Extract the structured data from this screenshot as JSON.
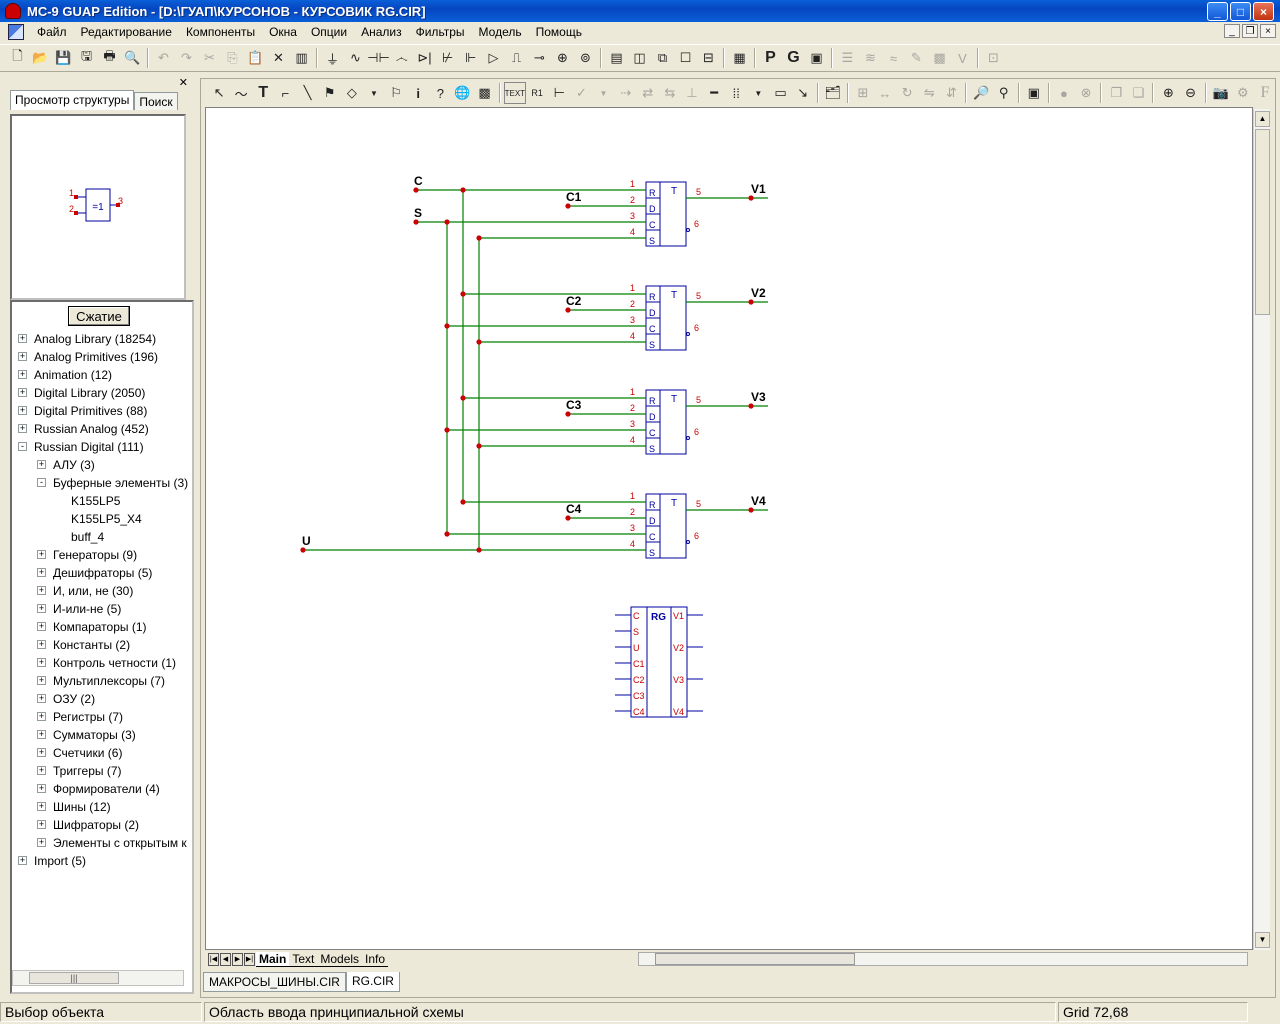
{
  "window": {
    "title": "MC-9 GUAP Edition - [D:\\ГУАП\\КУРСОНОВ - КУРСОВИК RG.CIR]"
  },
  "menu": [
    "Файл",
    "Редактирование",
    "Компоненты",
    "Окна",
    "Опции",
    "Анализ",
    "Фильтры",
    "Модель",
    "Помощь"
  ],
  "left_panel": {
    "tabs": [
      "Просмотр структуры",
      "Поиск"
    ],
    "preview": {
      "gate_label": "=1",
      "pins": [
        "1",
        "2",
        "3"
      ]
    },
    "collapse_button": "Сжатие",
    "tree": [
      {
        "label": "Analog Library (18254)",
        "level": 0,
        "expander": "+"
      },
      {
        "label": "Analog Primitives (196)",
        "level": 0,
        "expander": "+"
      },
      {
        "label": "Animation (12)",
        "level": 0,
        "expander": "+"
      },
      {
        "label": "Digital Library (2050)",
        "level": 0,
        "expander": "+"
      },
      {
        "label": "Digital Primitives (88)",
        "level": 0,
        "expander": "+"
      },
      {
        "label": "Russian Analog (452)",
        "level": 0,
        "expander": "+"
      },
      {
        "label": "Russian Digital (111)",
        "level": 0,
        "expander": "-"
      },
      {
        "label": "АЛУ (3)",
        "level": 1,
        "expander": "+"
      },
      {
        "label": "Буферные элементы (3)",
        "level": 1,
        "expander": "-"
      },
      {
        "label": "K155LP5",
        "level": 2,
        "expander": ""
      },
      {
        "label": "K155LP5_X4",
        "level": 2,
        "expander": ""
      },
      {
        "label": "buff_4",
        "level": 2,
        "expander": ""
      },
      {
        "label": "Генераторы (9)",
        "level": 1,
        "expander": "+"
      },
      {
        "label": "Дешифраторы (5)",
        "level": 1,
        "expander": "+"
      },
      {
        "label": "И, или, не (30)",
        "level": 1,
        "expander": "+"
      },
      {
        "label": "И-или-не (5)",
        "level": 1,
        "expander": "+"
      },
      {
        "label": "Компараторы (1)",
        "level": 1,
        "expander": "+"
      },
      {
        "label": "Константы (2)",
        "level": 1,
        "expander": "+"
      },
      {
        "label": "Контроль четности (1)",
        "level": 1,
        "expander": "+"
      },
      {
        "label": "Мультиплексоры (7)",
        "level": 1,
        "expander": "+"
      },
      {
        "label": "ОЗУ (2)",
        "level": 1,
        "expander": "+"
      },
      {
        "label": "Регистры (7)",
        "level": 1,
        "expander": "+"
      },
      {
        "label": "Сумматоры (3)",
        "level": 1,
        "expander": "+"
      },
      {
        "label": "Счетчики (6)",
        "level": 1,
        "expander": "+"
      },
      {
        "label": "Триггеры (7)",
        "level": 1,
        "expander": "+"
      },
      {
        "label": "Формирователи (4)",
        "level": 1,
        "expander": "+"
      },
      {
        "label": "Шины (12)",
        "level": 1,
        "expander": "+"
      },
      {
        "label": "Шифраторы (2)",
        "level": 1,
        "expander": "+"
      },
      {
        "label": "Элементы с открытым к",
        "level": 1,
        "expander": "+"
      },
      {
        "label": "Import (5)",
        "level": 0,
        "expander": "+"
      }
    ]
  },
  "schematic": {
    "inputs": [
      "C",
      "S",
      "U"
    ],
    "data_inputs": [
      "C1",
      "C2",
      "C3",
      "C4"
    ],
    "outputs": [
      "V1",
      "V2",
      "V3",
      "V4"
    ],
    "flipflop": {
      "type_label": "T",
      "pin_labels": [
        "R",
        "D",
        "C",
        "S"
      ],
      "pin_numbers": [
        "1",
        "2",
        "3",
        "4",
        "5",
        "6"
      ]
    },
    "macro_block": {
      "title": "RG",
      "left_pins": [
        "C",
        "S",
        "U",
        "C1",
        "C2",
        "C3",
        "C4"
      ],
      "right_pins": [
        "V1",
        "V2",
        "V3",
        "V4"
      ]
    },
    "colors": {
      "wire": "#008000",
      "part": "#0000a0",
      "pin_number": "#cc0000",
      "node": "#cc0000"
    }
  },
  "sheet_tabs": [
    "Main",
    "Text",
    "Models",
    "Info"
  ],
  "file_tabs": [
    "МАКРОСЫ_ШИНЫ.CIR",
    "RG.CIR"
  ],
  "status": {
    "left": "Выбор объекта",
    "middle": "Область ввода принципиальной схемы",
    "right": "Grid 72,68"
  }
}
